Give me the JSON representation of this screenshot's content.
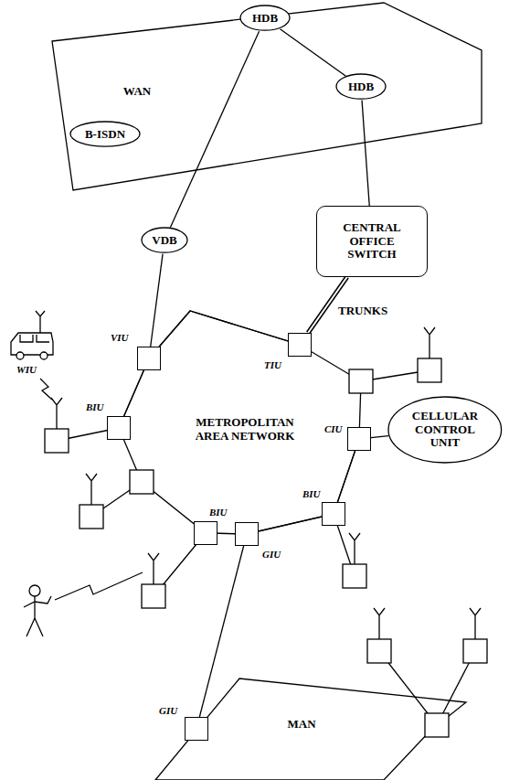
{
  "diagram": {
    "nodes": [
      {
        "text": [
          "WAN"
        ]
      },
      {
        "text": [
          "HDB"
        ],
        "in": 0
      },
      {
        "text": [
          "HDB"
        ],
        "in": 0
      },
      {
        "text": [
          "B-ISDN"
        ],
        "in": 0
      },
      {
        "text": [
          "VDB"
        ]
      },
      {
        "text": [
          "CENTRAL OFFICE SWITCH"
        ]
      },
      {
        "text": [
          "VIU"
        ]
      },
      {
        "text": [
          "TIU"
        ]
      },
      {
        "text": [
          "BIU"
        ]
      },
      {
        "text": [
          "METROPOLITAN AREA NETWORK"
        ]
      },
      {
        "text": [
          "CIU"
        ]
      },
      {
        "text": [
          "CELLULAR CONTROL UNIT"
        ]
      },
      {
        "text": [
          "BIU"
        ]
      },
      {
        "text": [
          "BIU"
        ]
      },
      {
        "text": [
          "GIU"
        ]
      },
      {
        "text": [
          "GIU"
        ]
      },
      {
        "text": [
          "MAN"
        ]
      }
    ],
    "edges": [
      {
        "from": 1,
        "to": 2,
        "arrow": "none"
      },
      {
        "from": 1,
        "to": 4,
        "arrow": "none"
      },
      {
        "from": 2,
        "to": 5,
        "arrow": "none"
      },
      {
        "from": 4,
        "to": 6,
        "arrow": "none"
      },
      {
        "from": 5,
        "to": 7,
        "arrow": "none",
        "label": "TRUNKS"
      },
      {
        "from": 6,
        "to": 7,
        "arrow": "none"
      },
      {
        "from": 6,
        "to": 8,
        "arrow": "none"
      },
      {
        "from": 10,
        "to": 11,
        "arrow": "none"
      },
      {
        "from": 10,
        "to": 12,
        "arrow": "none"
      },
      {
        "from": 12,
        "to": 14,
        "arrow": "none"
      },
      {
        "from": 14,
        "to": 13,
        "arrow": "none"
      },
      {
        "from": 14,
        "to": 15,
        "arrow": "none"
      }
    ],
    "labels": [
      "WIU"
    ]
  }
}
